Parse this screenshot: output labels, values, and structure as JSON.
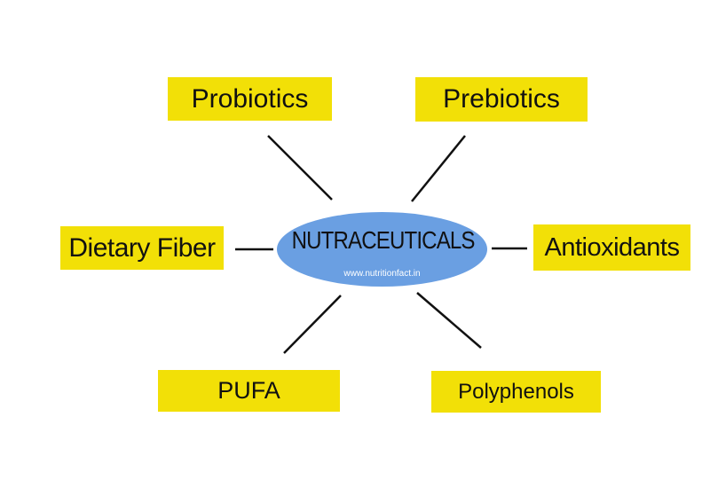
{
  "diagram": {
    "center": {
      "title": "NUTRACEUTICALS",
      "url": "www.nutritionfact.in"
    },
    "nodes": [
      {
        "id": "probiotics",
        "label": "Probiotics"
      },
      {
        "id": "prebiotics",
        "label": "Prebiotics"
      },
      {
        "id": "dietary",
        "label": "Dietary Fiber"
      },
      {
        "id": "antioxidants",
        "label": "Antioxidants"
      },
      {
        "id": "pufa",
        "label": "PUFA"
      },
      {
        "id": "polyphenols",
        "label": "Polyphenols"
      }
    ],
    "colors": {
      "box_fill": "#f2e007",
      "center_fill": "#6a9fe2",
      "connector": "#111111",
      "url_text": "#ffffff"
    }
  }
}
